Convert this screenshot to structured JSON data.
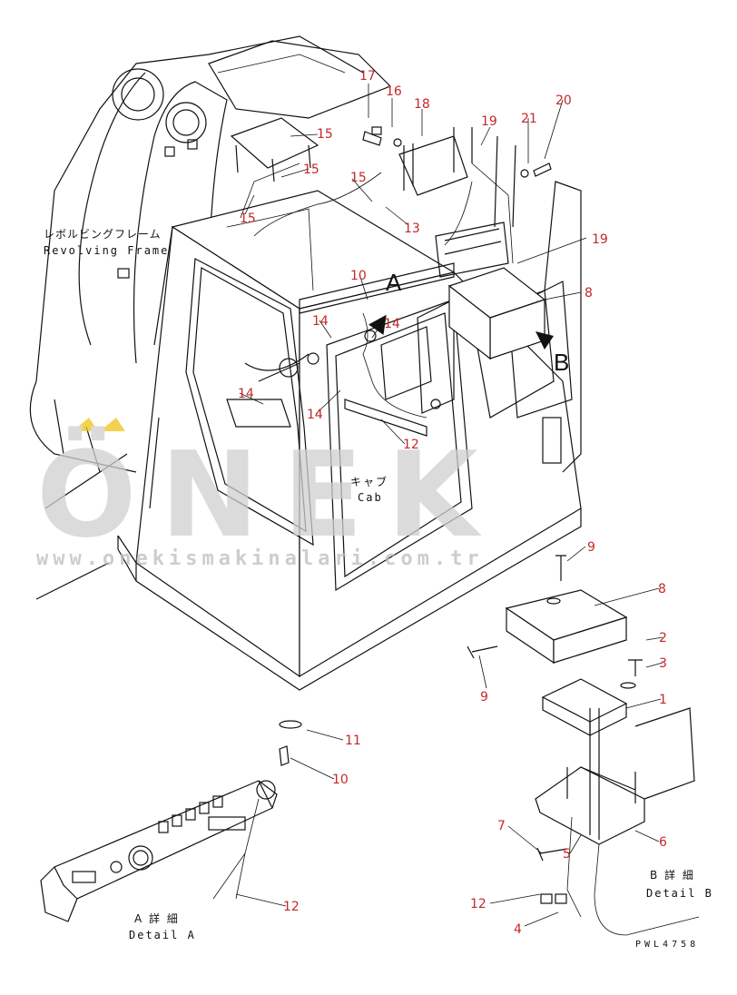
{
  "watermark": {
    "brand": "ÖNEK",
    "url": "www.onekismakinalari.com.tr",
    "accent": "#f0c419"
  },
  "labels": {
    "revolving_frame_jp": "レボルビングフレーム",
    "revolving_frame_en": "Revolving Frame",
    "cab_jp": "キャブ",
    "cab_en": "Cab",
    "view_a": "A",
    "view_b": "B",
    "detail_a_jp": "A 詳 細",
    "detail_a_en": "Detail A",
    "detail_b_jp": "B 詳 細",
    "detail_b_en": "Detail B",
    "drawing_code": "PWL4758"
  },
  "callouts": [
    "17",
    "16",
    "18",
    "19",
    "21",
    "20",
    "15",
    "15",
    "15",
    "15",
    "13",
    "19",
    "8",
    "10",
    "14",
    "14",
    "14",
    "14",
    "12",
    "9",
    "8",
    "2",
    "3",
    "9",
    "1",
    "11",
    "10",
    "7",
    "5",
    "6",
    "12",
    "12",
    "4"
  ],
  "colors": {
    "callout": "#c4282a",
    "line": "#111111"
  }
}
